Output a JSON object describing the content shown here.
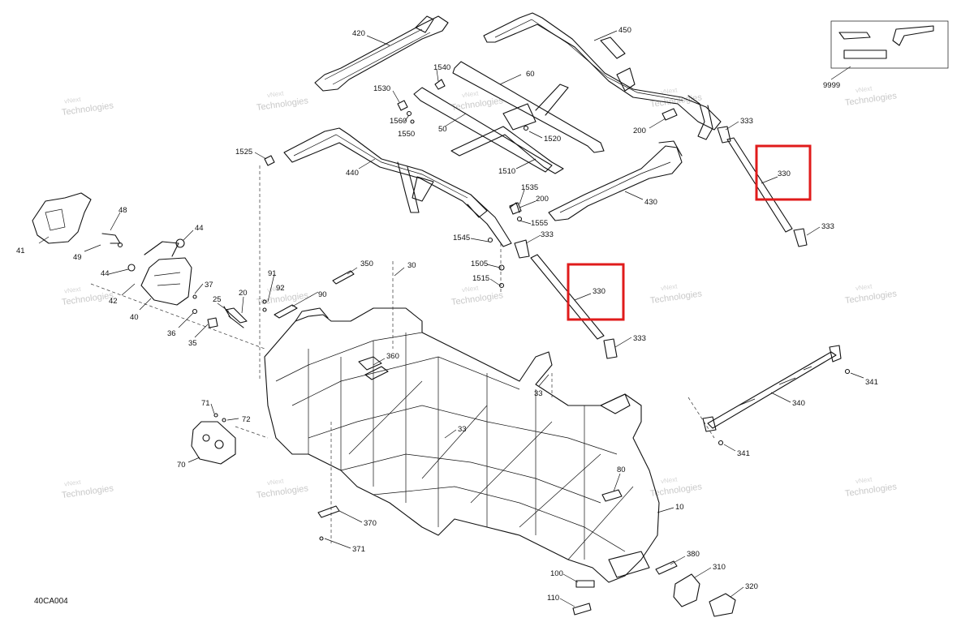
{
  "diagram": {
    "code": "40CA004",
    "watermark": "vNext Technologies",
    "accent_color": "#e01b1b",
    "parts": [
      {
        "id": "420",
        "label": "420"
      },
      {
        "id": "450",
        "label": "450"
      },
      {
        "id": "9999",
        "label": "9999"
      },
      {
        "id": "1540",
        "label": "1540"
      },
      {
        "id": "60",
        "label": "60"
      },
      {
        "id": "1530",
        "label": "1530"
      },
      {
        "id": "1560",
        "label": "1560"
      },
      {
        "id": "1550",
        "label": "1550"
      },
      {
        "id": "50",
        "label": "50"
      },
      {
        "id": "1520",
        "label": "1520"
      },
      {
        "id": "1510",
        "label": "1510"
      },
      {
        "id": "200a",
        "label": "200"
      },
      {
        "id": "333a",
        "label": "333"
      },
      {
        "id": "330a",
        "label": "330"
      },
      {
        "id": "333b",
        "label": "333"
      },
      {
        "id": "1525",
        "label": "1525"
      },
      {
        "id": "440",
        "label": "440"
      },
      {
        "id": "1535",
        "label": "1535"
      },
      {
        "id": "200b",
        "label": "200"
      },
      {
        "id": "430",
        "label": "430"
      },
      {
        "id": "1555",
        "label": "1555"
      },
      {
        "id": "1545",
        "label": "1545"
      },
      {
        "id": "333c",
        "label": "333"
      },
      {
        "id": "1505",
        "label": "1505"
      },
      {
        "id": "1515",
        "label": "1515"
      },
      {
        "id": "330b",
        "label": "330"
      },
      {
        "id": "333d",
        "label": "333"
      },
      {
        "id": "48",
        "label": "48"
      },
      {
        "id": "44a",
        "label": "44"
      },
      {
        "id": "41",
        "label": "41"
      },
      {
        "id": "49",
        "label": "49"
      },
      {
        "id": "44b",
        "label": "44"
      },
      {
        "id": "42",
        "label": "42"
      },
      {
        "id": "40",
        "label": "40"
      },
      {
        "id": "37",
        "label": "37"
      },
      {
        "id": "36",
        "label": "36"
      },
      {
        "id": "35",
        "label": "35"
      },
      {
        "id": "25",
        "label": "25"
      },
      {
        "id": "20",
        "label": "20"
      },
      {
        "id": "91",
        "label": "91"
      },
      {
        "id": "92",
        "label": "92"
      },
      {
        "id": "90",
        "label": "90"
      },
      {
        "id": "350",
        "label": "350"
      },
      {
        "id": "30",
        "label": "30"
      },
      {
        "id": "360",
        "label": "360"
      },
      {
        "id": "33a",
        "label": "33"
      },
      {
        "id": "33b",
        "label": "33"
      },
      {
        "id": "341a",
        "label": "341"
      },
      {
        "id": "340",
        "label": "340"
      },
      {
        "id": "341b",
        "label": "341"
      },
      {
        "id": "71",
        "label": "71"
      },
      {
        "id": "72",
        "label": "72"
      },
      {
        "id": "70",
        "label": "70"
      },
      {
        "id": "80",
        "label": "80"
      },
      {
        "id": "10",
        "label": "10"
      },
      {
        "id": "370",
        "label": "370"
      },
      {
        "id": "371",
        "label": "371"
      },
      {
        "id": "380",
        "label": "380"
      },
      {
        "id": "310",
        "label": "310"
      },
      {
        "id": "320",
        "label": "320"
      },
      {
        "id": "100",
        "label": "100"
      },
      {
        "id": "110",
        "label": "110"
      }
    ],
    "highlighted_part": "330"
  }
}
